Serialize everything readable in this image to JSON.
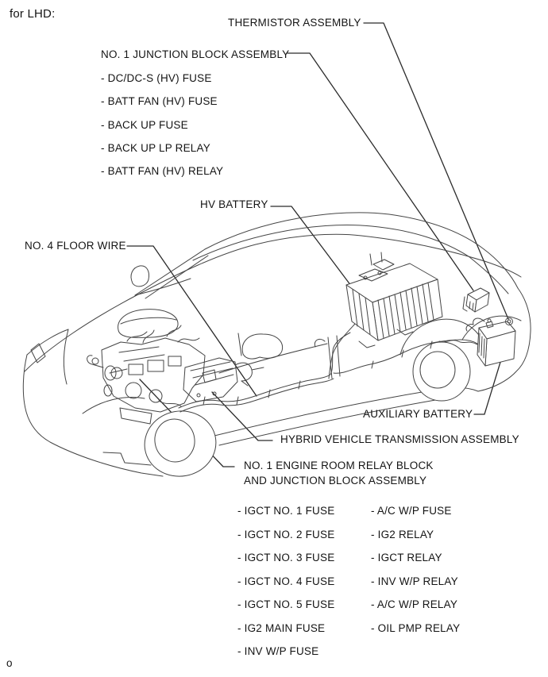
{
  "page": {
    "variant_label": "for LHD:",
    "footer_char": "o"
  },
  "labels": {
    "thermistor": "THERMISTOR ASSEMBLY",
    "hv_battery": "HV BATTERY",
    "floor_wire": "NO. 4 FLOOR WIRE",
    "aux_battery": "AUXILIARY BATTERY",
    "transmission": "HYBRID VEHICLE TRANSMISSION ASSEMBLY",
    "junction_block": {
      "title": "NO. 1 JUNCTION BLOCK ASSEMBLY",
      "items": [
        "- DC/DC-S (HV) FUSE",
        "- BATT FAN (HV) FUSE",
        "- BACK UP FUSE",
        "- BACK UP LP RELAY",
        "- BATT FAN (HV) RELAY"
      ]
    },
    "relay_block": {
      "title_line1": "NO. 1 ENGINE ROOM RELAY BLOCK",
      "title_line2": "AND JUNCTION BLOCK ASSEMBLY",
      "left_items": [
        "- IGCT NO. 1 FUSE",
        "- IGCT NO. 2 FUSE",
        "- IGCT NO. 3 FUSE",
        "- IGCT NO. 4 FUSE",
        "- IGCT NO. 5 FUSE",
        "- IG2 MAIN FUSE",
        "- INV W/P FUSE"
      ],
      "right_items": [
        "- A/C W/P FUSE",
        "- IG2 RELAY",
        "- IGCT RELAY",
        "- INV W/P RELAY",
        "- A/C W/P RELAY",
        "- OIL PMP RELAY"
      ]
    }
  },
  "colors": {
    "line": "#454545",
    "leader": "#2b2b2b",
    "text": "#141414",
    "background": "#ffffff"
  }
}
